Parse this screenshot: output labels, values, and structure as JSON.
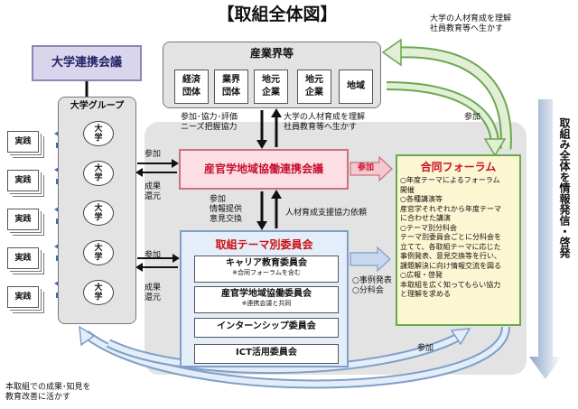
{
  "title": "【取組全体図】",
  "industry": {
    "title": "産業界等",
    "boxes": [
      "経済\n団体",
      "業界\n団体",
      "地元\n企業",
      "地元\n企業",
      "地域"
    ]
  },
  "univ_council": "大学連携会議",
  "univ_group": {
    "title": "大学グループ",
    "univ_label": "大\n学",
    "practice_label": "実践"
  },
  "council": "産官学地域協働連携会議",
  "committee": {
    "title": "取組テーマ別委員会",
    "items": [
      {
        "label": "キャリア教育委員会",
        "sub": "※合同フォーラムを含む"
      },
      {
        "label": "産官学地域協働委員会",
        "sub": "※連携会議と共同"
      },
      {
        "label": "インターンシップ委員会",
        "sub": ""
      },
      {
        "label": "ICT活用委員会",
        "sub": ""
      }
    ]
  },
  "forum": {
    "title": "合同フォーラム",
    "lines": [
      "○年度テーマによるフォーラム",
      "開催",
      "○各種講演等",
      "産官学それぞれから年度テーマ",
      "に合わせた講演",
      "○テーマ別分科会",
      "テーマ別委員会ごとに分科会を",
      "立てて、各取組テーマに応じた",
      "事例発表、意見交換等を行い、",
      "課題解決に向け情報交流を図る",
      "○広報・啓発",
      "本取組を広く知ってもらい協力",
      "と理解を求める"
    ]
  },
  "labels": {
    "top_right": "大学の人材育成を理解\n社員教育等へ生かす",
    "ind_left": "参加･協力･評価\nニーズ把握協力",
    "ind_right": "大学の人材育成を理解\n社員教育等へ生かす",
    "sanka": "参加",
    "seika": "成果\n還元",
    "info": "参加\n情報提供\n意見交換",
    "support": "人材育成支援協力依頼",
    "case": "○事例発表\n○分科会",
    "bottom_left": "本取組での成果･知見を\n教育改善に活かす",
    "vertical": "取組み全体を情報発信・啓発"
  },
  "colors": {
    "council_border": "#c7737d",
    "committee_border": "#7f9fc6",
    "forum_border": "#6aa84f",
    "red_text": "#c8102e"
  }
}
